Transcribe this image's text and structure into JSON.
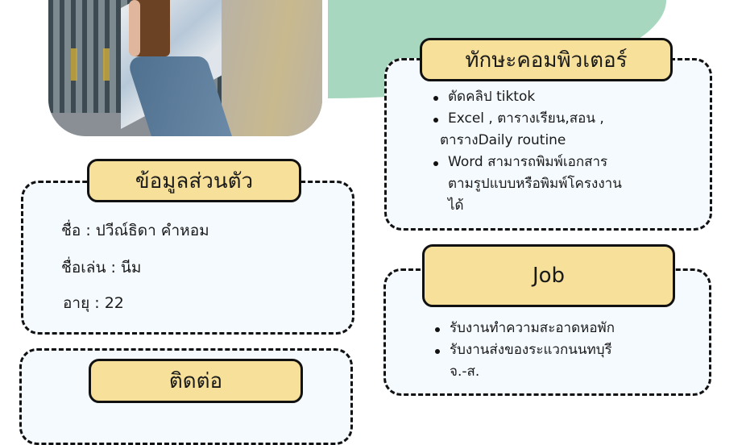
{
  "background": {
    "accent_green": "#a7d8bf",
    "pill_color": "#f6e09a",
    "card_bg": "#f5faff"
  },
  "photo": {
    "alt": "profile-photo"
  },
  "personal_info": {
    "title": "ข้อมูลส่วนตัว",
    "name": "ชื่อ : ปวีณ์ธิดา คำหอม",
    "nickname": "ชื่อเล่น : นีม",
    "age": "อายุ : 22"
  },
  "contact": {
    "title": "ติดต่อ"
  },
  "computer_skills": {
    "title": "ทักษะคอมพิวเตอร์",
    "items": [
      {
        "line1": "ตัดคลิป tiktok"
      },
      {
        "line1": "Excel , ตารางเรียน,สอน ,",
        "line2": "ตารางDaily routine"
      },
      {
        "line1": "Word สามารถพิมพ์เอกสาร",
        "line2": "ตามรูปแบบหรือพิมพ์โครงงาน",
        "line3": "ได้"
      }
    ]
  },
  "job": {
    "title": "Job",
    "items": [
      {
        "line1": "รับงานทำความสะอาดหอพัก"
      },
      {
        "line1": "รับงานส่งของระแวกนนทบุรี",
        "line2": "จ.-ส."
      }
    ]
  }
}
